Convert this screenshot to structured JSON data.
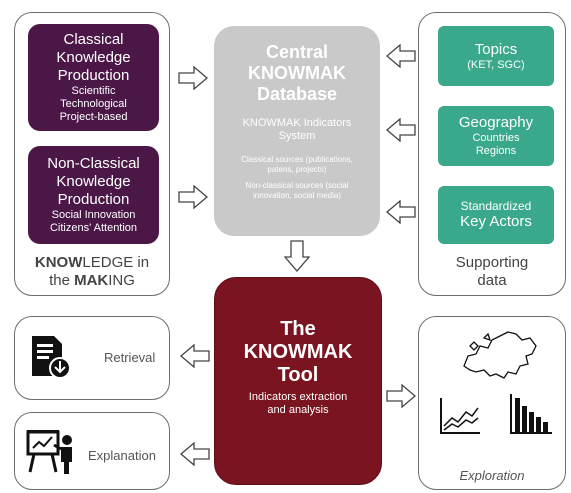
{
  "left_panel": {
    "box1": {
      "title": [
        "Classical",
        "Knowledge",
        "Production"
      ],
      "sub": [
        "Scientific",
        "Technological",
        "Project-based"
      ]
    },
    "box2": {
      "title": [
        "Non-Classical",
        "Knowledge",
        "Production"
      ],
      "sub": [
        "Social Innovation",
        "Citizens' Attention"
      ]
    },
    "caption_line1_bold": "KNOW",
    "caption_line1_rest": "LEDGE in",
    "caption_line2_pre": "the ",
    "caption_line2_bold": "MAK",
    "caption_line2_rest": "ING"
  },
  "central_db": {
    "title": [
      "Central",
      "KNOWMAK",
      "Database"
    ],
    "subtitle": [
      "KNOWMAK Indicators",
      "System"
    ],
    "classical": [
      "Classical sources (publications,",
      "patens, projects)"
    ],
    "nonclassical": [
      "Non-classical sources (social",
      "innovation, social media)"
    ]
  },
  "right_panel": {
    "topics": {
      "title": "Topics",
      "sub": "(KET, SGC)"
    },
    "geography": {
      "title": "Geography",
      "sub": [
        "Countries",
        "Regions"
      ]
    },
    "actors": {
      "title": [
        "Standardized",
        "Key Actors"
      ]
    },
    "caption": [
      "Supporting",
      "data"
    ]
  },
  "tool": {
    "title": [
      "The",
      "KNOWMAK",
      "Tool"
    ],
    "sub": [
      "Indicators extraction",
      "and analysis"
    ]
  },
  "retrieval": {
    "label": "Retrieval",
    "icon": "document-download-icon"
  },
  "explanation": {
    "label": "Explanation",
    "icon": "presenter-board-icon"
  },
  "exploration": {
    "label": "Exploration",
    "icons": [
      "europe-map-icon",
      "line-chart-icon",
      "bar-chart-icon"
    ]
  },
  "colors": {
    "purple": "#4a1747",
    "teal": "#3aa88a",
    "grey": "#c9c9c9",
    "maroon": "#7a1420"
  }
}
